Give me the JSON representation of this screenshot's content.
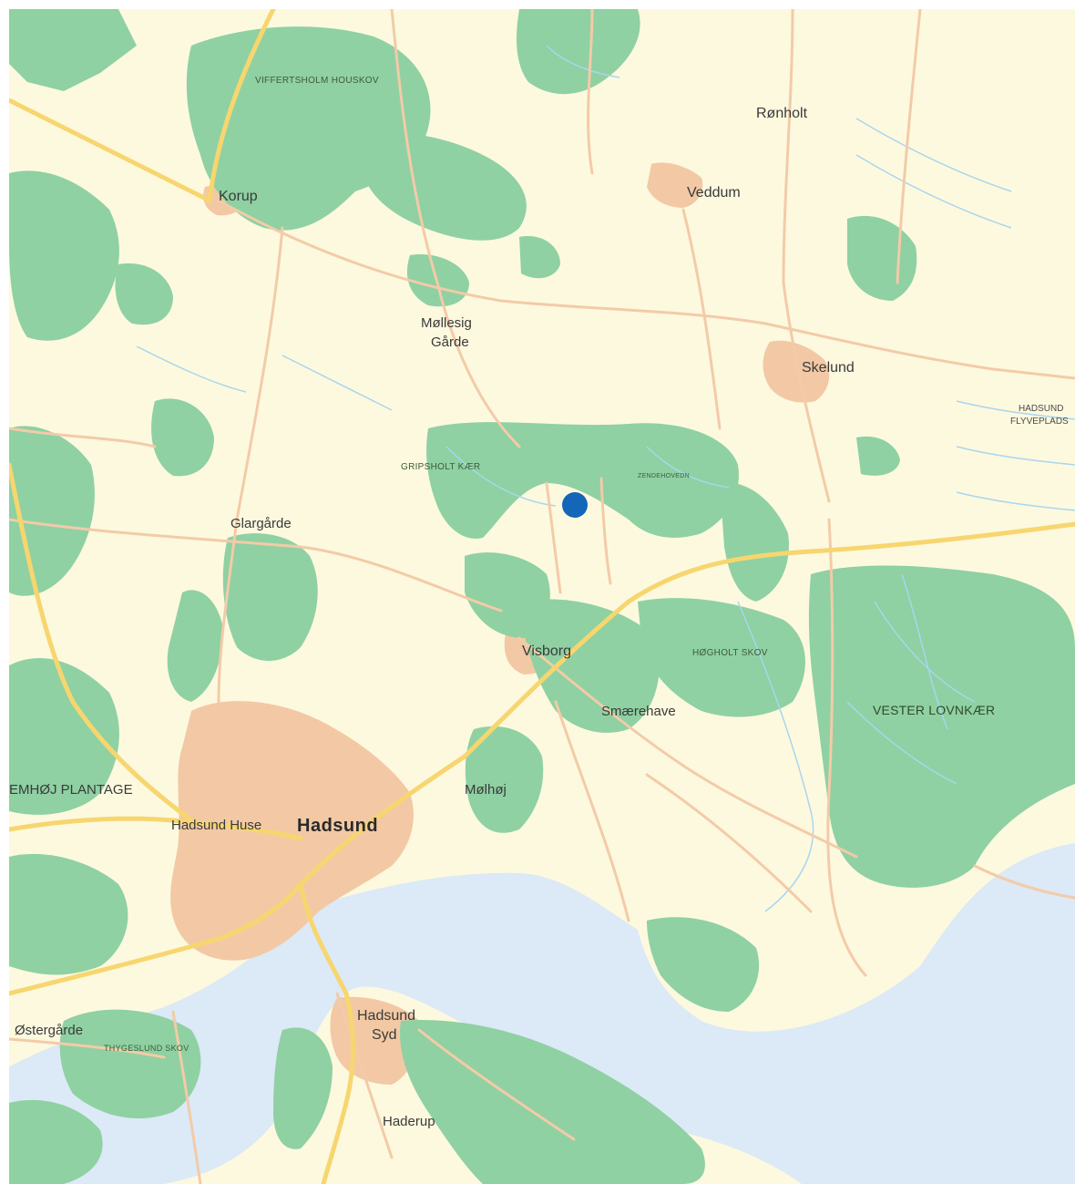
{
  "map": {
    "colors": {
      "land": "#fdf9df",
      "forest": "#8fd1a2",
      "water": "#dce9f7",
      "urban": "#f2c9a4",
      "road_minor": "#f3cba8",
      "road_major": "#f7d66f",
      "stream": "#a9d6ee",
      "marker": "#1466b8"
    },
    "labels": {
      "viffertsholm": "VIFFERTSHOLM HOUSKOV",
      "ronholt": "Rønholt",
      "korup": "Korup",
      "veddum": "Veddum",
      "mollesig_1": "Møllesig",
      "mollesig_2": "Gårde",
      "skelund": "Skelund",
      "hadsund_flyveplads_1": "HADSUND",
      "hadsund_flyveplads_2": "FLYVEPLADS",
      "gripsholt": "GRIPSHOLT KÆR",
      "zendehoved": "ZENDEHOVEDN",
      "glargarde": "Glargårde",
      "visborg": "Visborg",
      "hogholt": "HØGHOLT SKOV",
      "smaerehave": "Smærehave",
      "vester_lovnkaer": "VESTER LOVNKÆR",
      "plantage": "EMHØJ PLANTAGE",
      "molhoj": "Mølhøj",
      "hadsund_huse": "Hadsund Huse",
      "hadsund": "Hadsund",
      "hadsund_syd_1": "Hadsund",
      "hadsund_syd_2": "Syd",
      "ostergarde": "Østergårde",
      "thygeslund": "THYGESLUND SKOV",
      "haderup": "Haderup"
    },
    "marker": {
      "icon": "location-dot-icon"
    }
  }
}
